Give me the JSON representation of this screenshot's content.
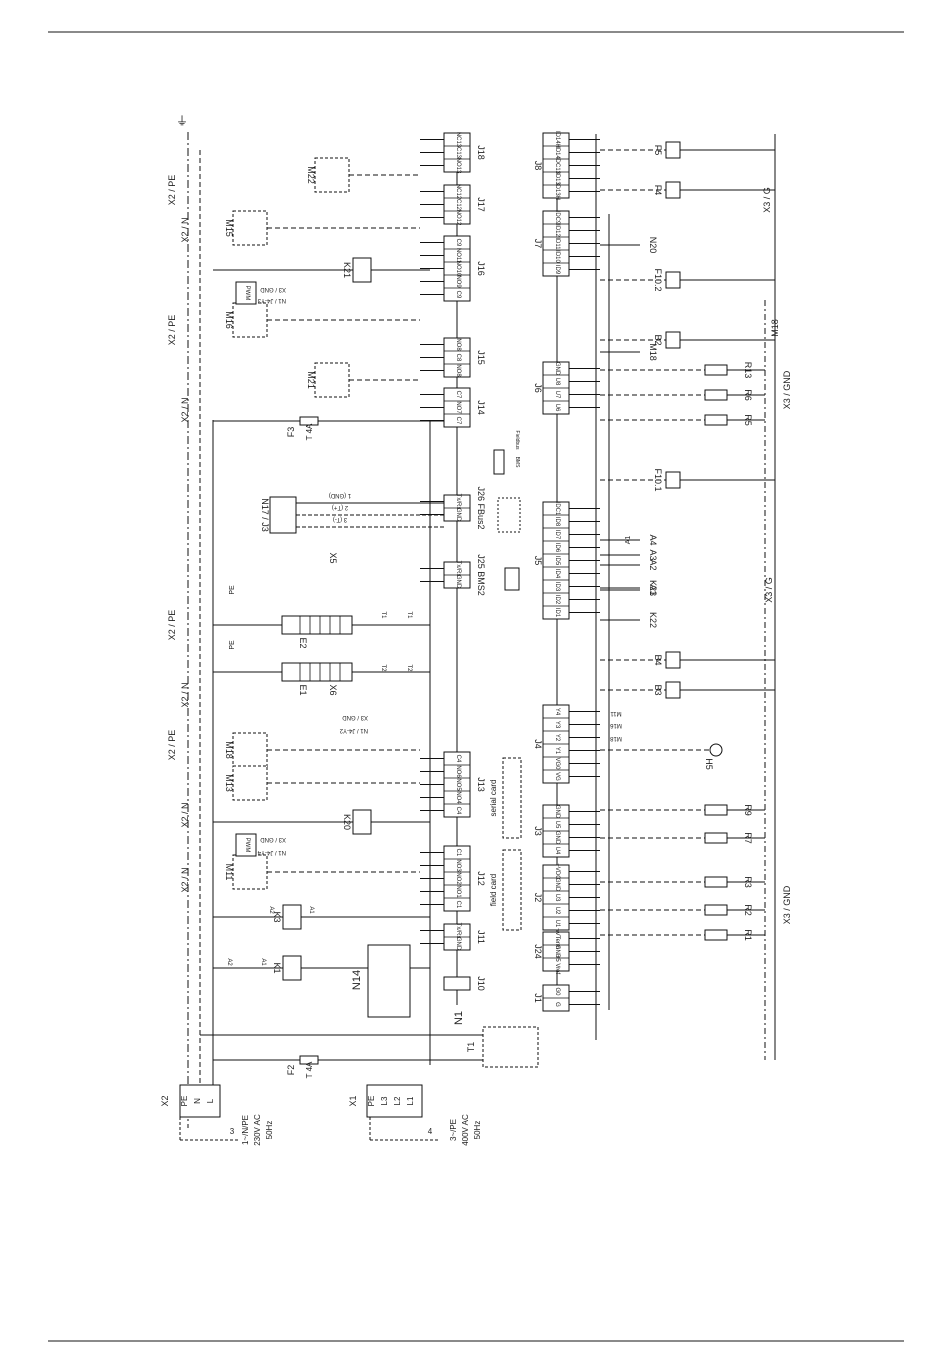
{
  "diagram": {
    "supply_left": {
      "block": "X2",
      "terminals": [
        "PE",
        "N",
        "L"
      ],
      "note": "1~/N/PE",
      "voltage": "230V AC",
      "freq": "50Hz",
      "ref": "3"
    },
    "supply_right": {
      "block": "X1",
      "terminals": [
        "PE",
        "L3",
        "L2",
        "L1"
      ],
      "note": "3~/PE",
      "voltage": "400V AC",
      "freq": "50Hz",
      "ref": "4"
    },
    "fuses": {
      "f2": "F2",
      "f3": "F3",
      "rating": "T 4A"
    },
    "transformer": "T1",
    "controller": "N1",
    "card_n14": "N14",
    "field_card": "field card",
    "serial_card": "serial card",
    "earth_symbol": "⏚",
    "rail_labels": {
      "x2pe": "X2 / PE",
      "x2n": "X2 / N",
      "x3g": "X3 / G",
      "x3gnd": "X3 / GND"
    },
    "left_connectors": [
      {
        "name": "J18",
        "pins": [
          "NC13",
          "C13",
          "NO13"
        ]
      },
      {
        "name": "J17",
        "pins": [
          "NC12",
          "C12",
          "NO12"
        ]
      },
      {
        "name": "J16",
        "pins": [
          "C9",
          "NO11",
          "NO10",
          "NO9",
          "C9"
        ]
      },
      {
        "name": "J15",
        "pins": [
          "NO8",
          "C8",
          "NO8"
        ]
      },
      {
        "name": "J14",
        "pins": [
          "C7",
          "NO7",
          "C7"
        ]
      },
      {
        "name": "J26 FBus2",
        "pins": [
          "Tx/Rx",
          "GND"
        ]
      },
      {
        "name": "J25 BMS2",
        "pins": [
          "Tx/Rx",
          "GND"
        ]
      },
      {
        "name": "J13",
        "pins": [
          "C4",
          "NO6",
          "NO5",
          "NO4",
          "C4"
        ]
      },
      {
        "name": "J12",
        "pins": [
          "C1",
          "NO3",
          "NO2",
          "NO1",
          "C1"
        ]
      },
      {
        "name": "J11",
        "pins": [
          "Tx/Rx",
          "GND"
        ]
      },
      {
        "name": "J10",
        "pins": []
      }
    ],
    "right_connectors": [
      {
        "name": "J8",
        "pins": [
          "ID14H",
          "ID14",
          "IDC13",
          "ID13",
          "ID13H"
        ]
      },
      {
        "name": "J7",
        "pins": [
          "IDC9",
          "ID12",
          "ID11",
          "ID10",
          "ID9"
        ]
      },
      {
        "name": "J6",
        "pins": [
          "GND",
          "U8",
          "U7",
          "U6"
        ]
      },
      {
        "name": "J5",
        "pins": [
          "IDC1",
          "ID8",
          "ID7",
          "ID6",
          "ID5",
          "ID4",
          "ID3",
          "ID2",
          "ID1"
        ]
      },
      {
        "name": "J4",
        "pins": [
          "Y4",
          "Y3",
          "Y2",
          "Y1",
          "VG0",
          "VG"
        ]
      },
      {
        "name": "J3",
        "pins": [
          "GND",
          "U5",
          "GND",
          "U4"
        ]
      },
      {
        "name": "J2",
        "pins": [
          "+VDC",
          "GND",
          "U3",
          "U2",
          "U1"
        ]
      },
      {
        "name": "J24",
        "pins": [
          "+VTerm",
          "GND",
          "+5 Vref"
        ]
      },
      {
        "name": "J1",
        "pins": [
          "G0",
          "G"
        ]
      }
    ],
    "components_left": [
      {
        "id": "M22"
      },
      {
        "id": "M15"
      },
      {
        "id": "K21"
      },
      {
        "id": "M16",
        "tag": "PWM"
      },
      {
        "id": "M21"
      },
      {
        "id": "E2"
      },
      {
        "id": "E1"
      },
      {
        "id": "K3"
      },
      {
        "id": "K1"
      },
      {
        "id": "M18"
      },
      {
        "id": "M13"
      },
      {
        "id": "K20"
      },
      {
        "id": "M11",
        "tag": "PWM"
      },
      {
        "id": "N17 / J3"
      },
      {
        "id": "X5"
      },
      {
        "id": "X6"
      }
    ],
    "signal_notes": {
      "x3gnd": "X3 / GND",
      "n1j4y3": "N1 / J4-Y3",
      "n1j4y2": "N1 / J4-Y2",
      "n1j4y4": "N1 / J4-Y4",
      "bus1": "1 (GND)",
      "bus2": "2 (T+)",
      "bus3": "3 (T-)",
      "pe": "PE",
      "m11": "M11",
      "m16": "M16",
      "m18": "M18",
      "a1": "A1",
      "a2": "A2",
      "t1": "T1",
      "t2": "T2",
      "fieldbus": "Fieldbus",
      "bms": "BMS"
    },
    "components_right": [
      {
        "id": "F5"
      },
      {
        "id": "F4"
      },
      {
        "id": "N20"
      },
      {
        "id": "F10.2"
      },
      {
        "id": "B2"
      },
      {
        "id": "R13"
      },
      {
        "id": "R6"
      },
      {
        "id": "R5"
      },
      {
        "id": "F10.1"
      },
      {
        "id": "A4"
      },
      {
        "id": "A3"
      },
      {
        "id": "A2"
      },
      {
        "id": "A1"
      },
      {
        "id": "K23"
      },
      {
        "id": "K22"
      },
      {
        "id": "B4"
      },
      {
        "id": "B3"
      },
      {
        "id": "H5"
      },
      {
        "id": "R9"
      },
      {
        "id": "R7"
      },
      {
        "id": "R3"
      },
      {
        "id": "R2"
      },
      {
        "id": "R1"
      },
      {
        "id": "M18"
      }
    ]
  }
}
